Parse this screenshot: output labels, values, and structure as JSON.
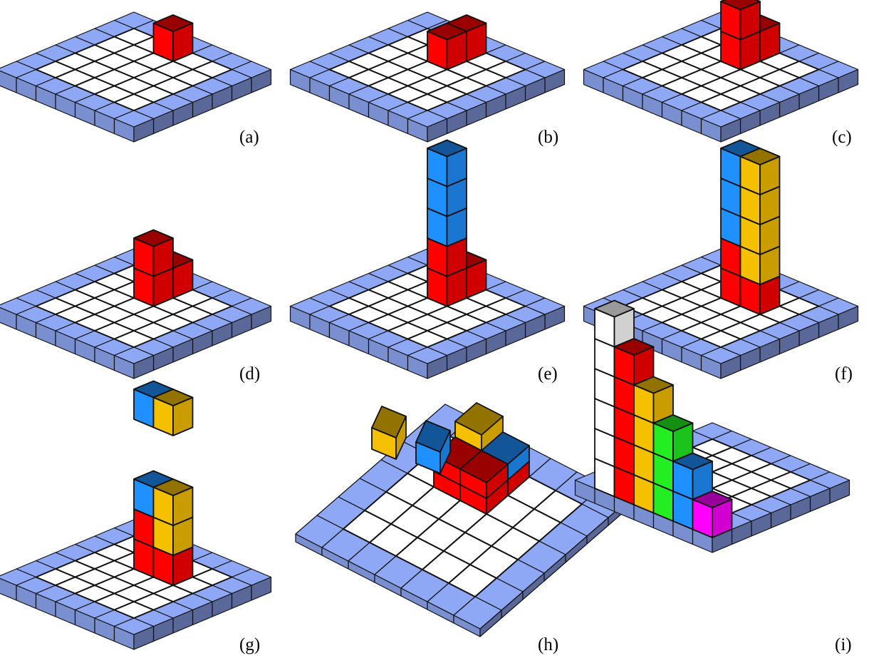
{
  "colors": {
    "red": "#ff0000",
    "blue": "#1e90ff",
    "gold": "#f5c000",
    "green": "#22ee22",
    "magenta": "#ff00ff",
    "white": "#ffffff",
    "board_rim": "#8fa8f5"
  },
  "panels": [
    {
      "label": "(a)",
      "step": "single red cube on the board"
    },
    {
      "label": "(b)",
      "step": "two red cubes side by side"
    },
    {
      "label": "(c)",
      "step": "red cube stacked on top"
    },
    {
      "label": "(d)",
      "step": "red L-shape of three cubes"
    },
    {
      "label": "(e)",
      "step": "three blue cubes stacked above red"
    },
    {
      "label": "(f)",
      "step": "blue column and gold column"
    },
    {
      "label": "(g)",
      "step": "blue and gold pair lifted above columns"
    },
    {
      "label": "(h)",
      "step": "view from above, top cubes tilted"
    },
    {
      "label": "(i)",
      "step": "staircase of white, red, gold, green, blue and magenta cubes"
    }
  ]
}
